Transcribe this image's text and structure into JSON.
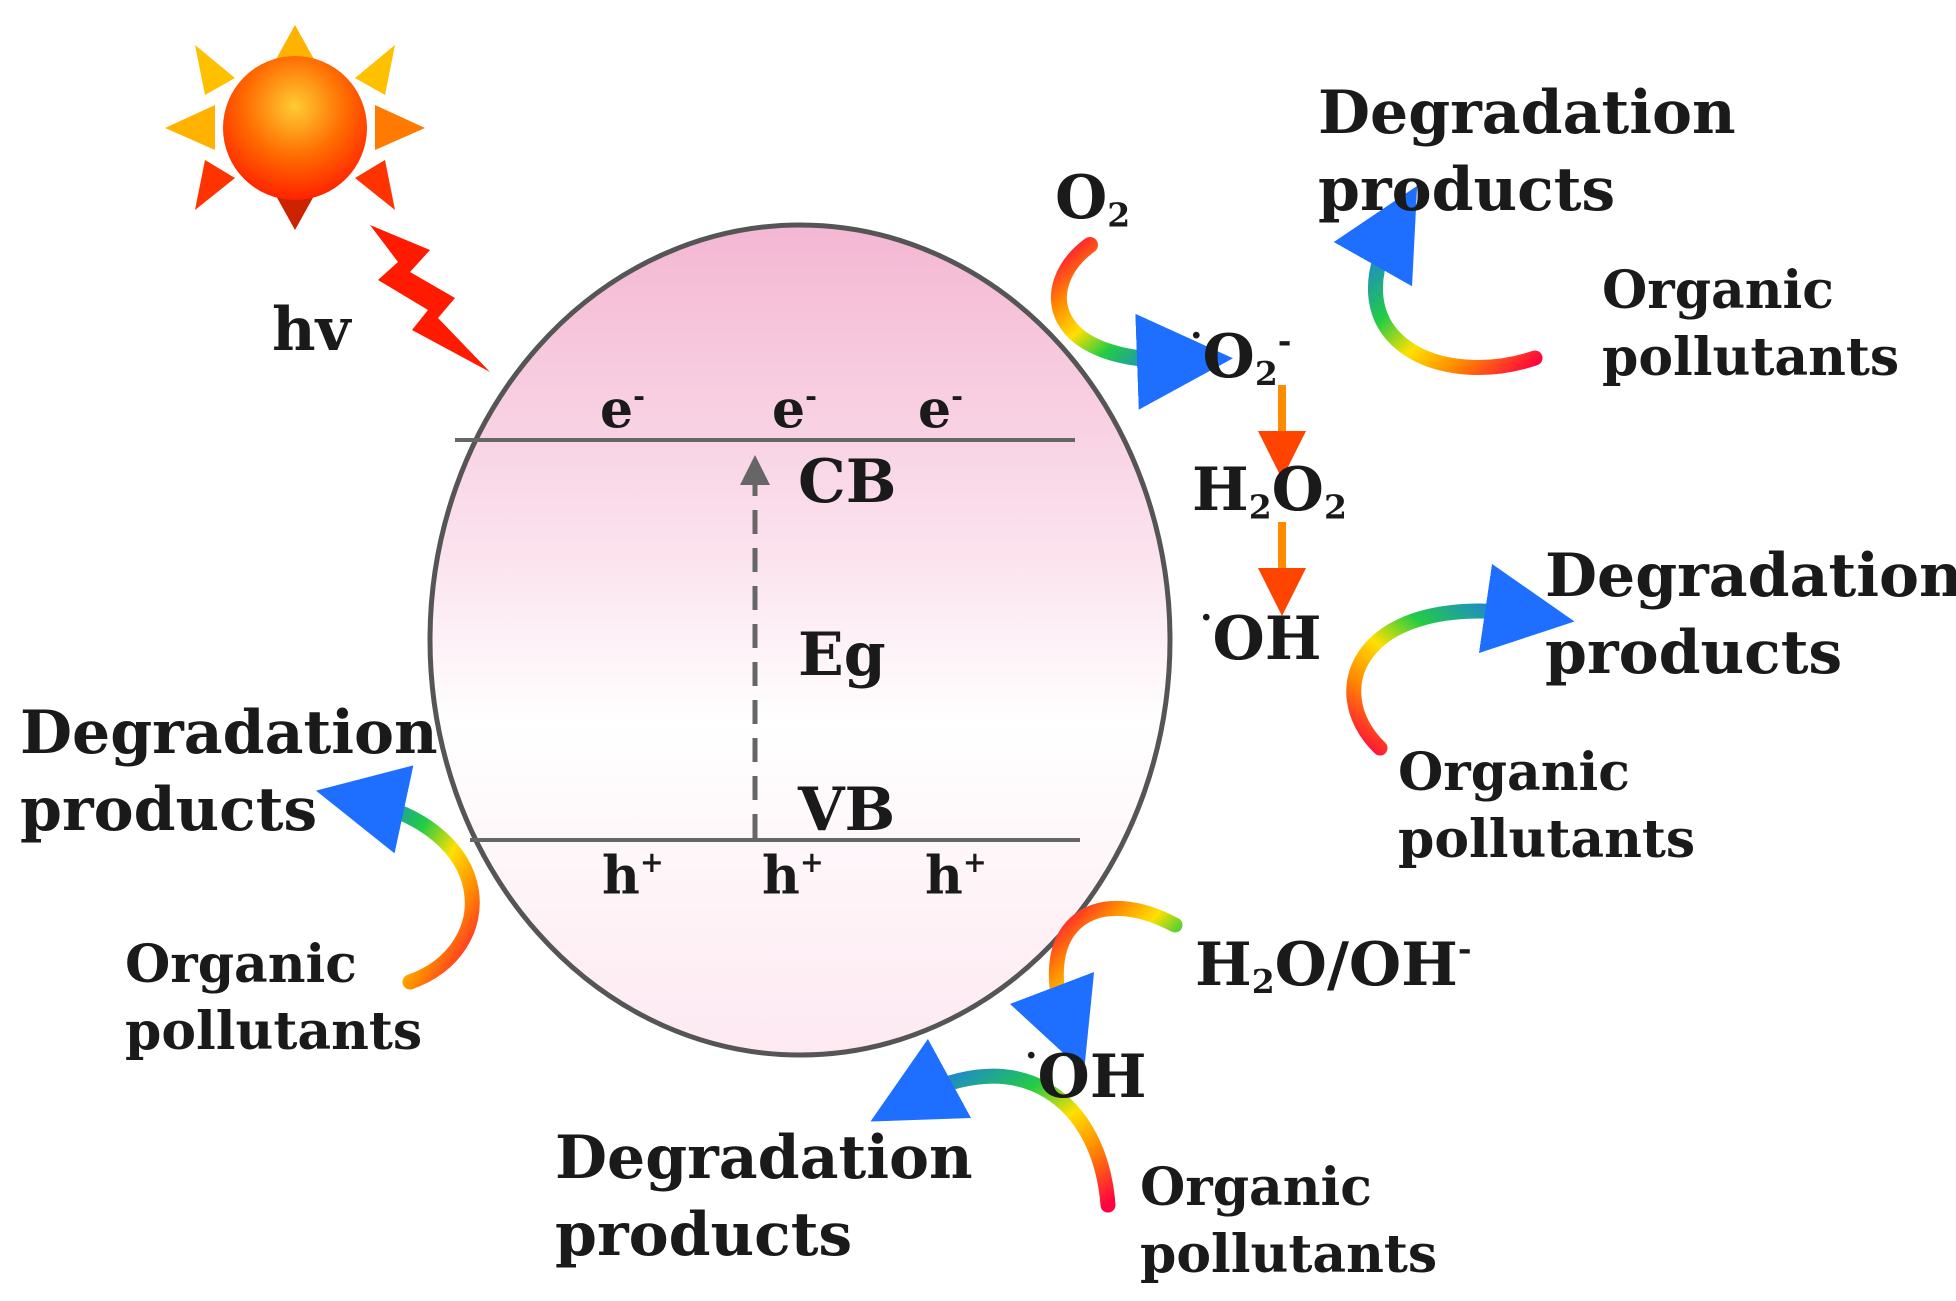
{
  "light": {
    "label": "hv"
  },
  "band": {
    "cb": "CB",
    "vb": "VB",
    "eg": "Eg",
    "electron": "e",
    "electron_charge": "-",
    "hole": "h",
    "hole_charge": "+"
  },
  "species": {
    "o2": {
      "base": "O",
      "sub": "2"
    },
    "superoxide": {
      "radical": "·",
      "base": "O",
      "sub": "2",
      "charge": "-"
    },
    "h2o2": {
      "h": "H",
      "sub1": "2",
      "o": "O",
      "sub2": "2"
    },
    "oh_radical_top": {
      "radical": "·",
      "base": "OH"
    },
    "water": {
      "h": "H",
      "sub": "2",
      "rest": "O/OH",
      "charge": "-"
    },
    "oh_radical_bottom": {
      "radical": "·",
      "base": "OH"
    }
  },
  "groups": [
    {
      "id": "top-right",
      "degradation": [
        "Degradation",
        "products"
      ],
      "pollutants": [
        "Organic",
        "pollutants"
      ]
    },
    {
      "id": "mid-right",
      "degradation": [
        "Degradation",
        "products"
      ],
      "pollutants": [
        "Organic",
        "pollutants"
      ]
    },
    {
      "id": "left",
      "degradation": [
        "Degradation",
        "products"
      ],
      "pollutants": [
        "Organic",
        "pollutants"
      ]
    },
    {
      "id": "bottom",
      "degradation": [
        "Degradation",
        "products"
      ],
      "pollutants": [
        "Organic",
        "pollutants"
      ]
    }
  ],
  "colors": {
    "sun_core": "#ff3300",
    "sun_rays": "#ffb300",
    "lightning": "#ff1a00",
    "particle_fill": "#f7c6dc",
    "particle_edge": "#555555",
    "conversion_arrow": "#ff6a00"
  }
}
